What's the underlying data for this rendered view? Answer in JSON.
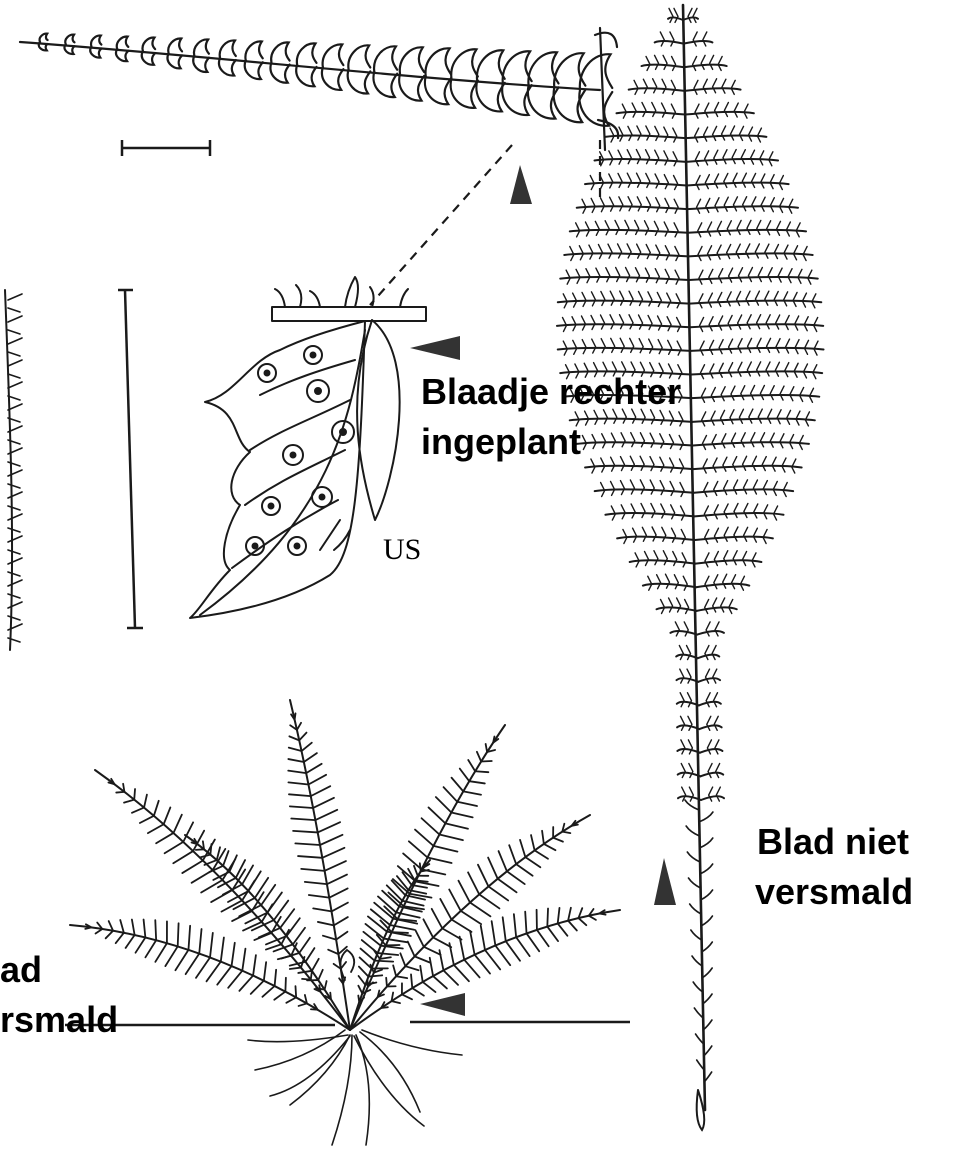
{
  "labels": {
    "leaflet_line1": "Blaadje rechter",
    "leaflet_line2": "ingeplant",
    "us_mark": "US",
    "not_narrowed_line1": "Blad niet",
    "not_narrowed_line2": "versmald",
    "narrowed_line1": "ad",
    "narrowed_line2": "rsmald"
  },
  "colors": {
    "ink": "#1a1a1a",
    "paper": "#ffffff"
  }
}
